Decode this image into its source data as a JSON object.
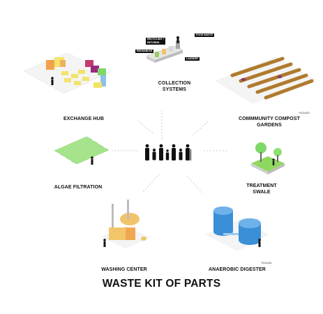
{
  "title": "WASTE KIT OF PARTS",
  "parts": {
    "collection": {
      "label_1": "COLLECTION",
      "label_2": "SYSTEMS"
    },
    "exchange": {
      "label": "EXCHANGE HUB"
    },
    "compost": {
      "label_1": "COMMMUNITY COMPOST",
      "label_2": "GARDENS",
      "note": "*SCALED"
    },
    "algae": {
      "label": "ALGAE FILTRATION"
    },
    "swale": {
      "label_1": "TREATMENT",
      "label_2": "SWALE"
    },
    "washing": {
      "label": "WASHING CENTER"
    },
    "digester": {
      "label": "ANAEROBIC DIGESTER",
      "note": "*SCALED"
    }
  },
  "collection_tags": {
    "recycling_1": "RECYCLING +",
    "recycling_2": "RETURNS",
    "food_waste": "FOOD WASTE",
    "reusables": "REUSABLES",
    "laundry": "LAUNDRY"
  },
  "colors": {
    "hub_orange": "#f2a24a",
    "hub_yellow": "#f3e36a",
    "hub_magenta": "#c43a6e",
    "hub_green": "#7fd86a",
    "hub_blue": "#8fc0e8",
    "algae_green": "#a6e48a",
    "compost_brown": "#b07a2e",
    "digester_blue": "#3a8fd6",
    "swale_green": "#8fd860"
  }
}
